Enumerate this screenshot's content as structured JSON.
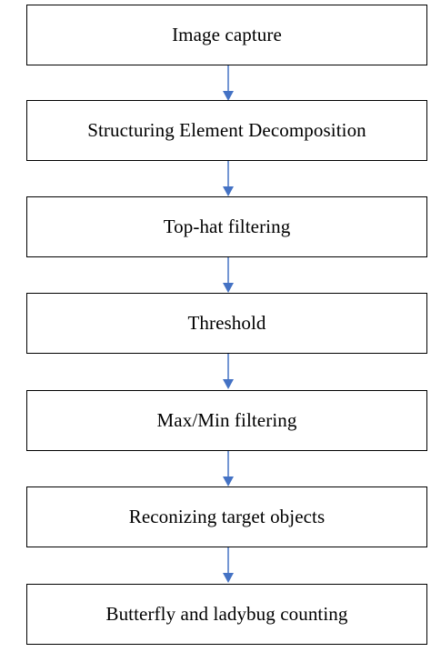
{
  "flowchart": {
    "steps": [
      {
        "label": "Image capture"
      },
      {
        "label": "Structuring Element Decomposition"
      },
      {
        "label": "Top-hat filtering"
      },
      {
        "label": "Threshold"
      },
      {
        "label": "Max/Min filtering"
      },
      {
        "label": "Reconizing target objects"
      },
      {
        "label": "Butterfly and ladybug counting"
      }
    ],
    "arrow_color": "#4472c4",
    "box_border_color": "#000000"
  }
}
